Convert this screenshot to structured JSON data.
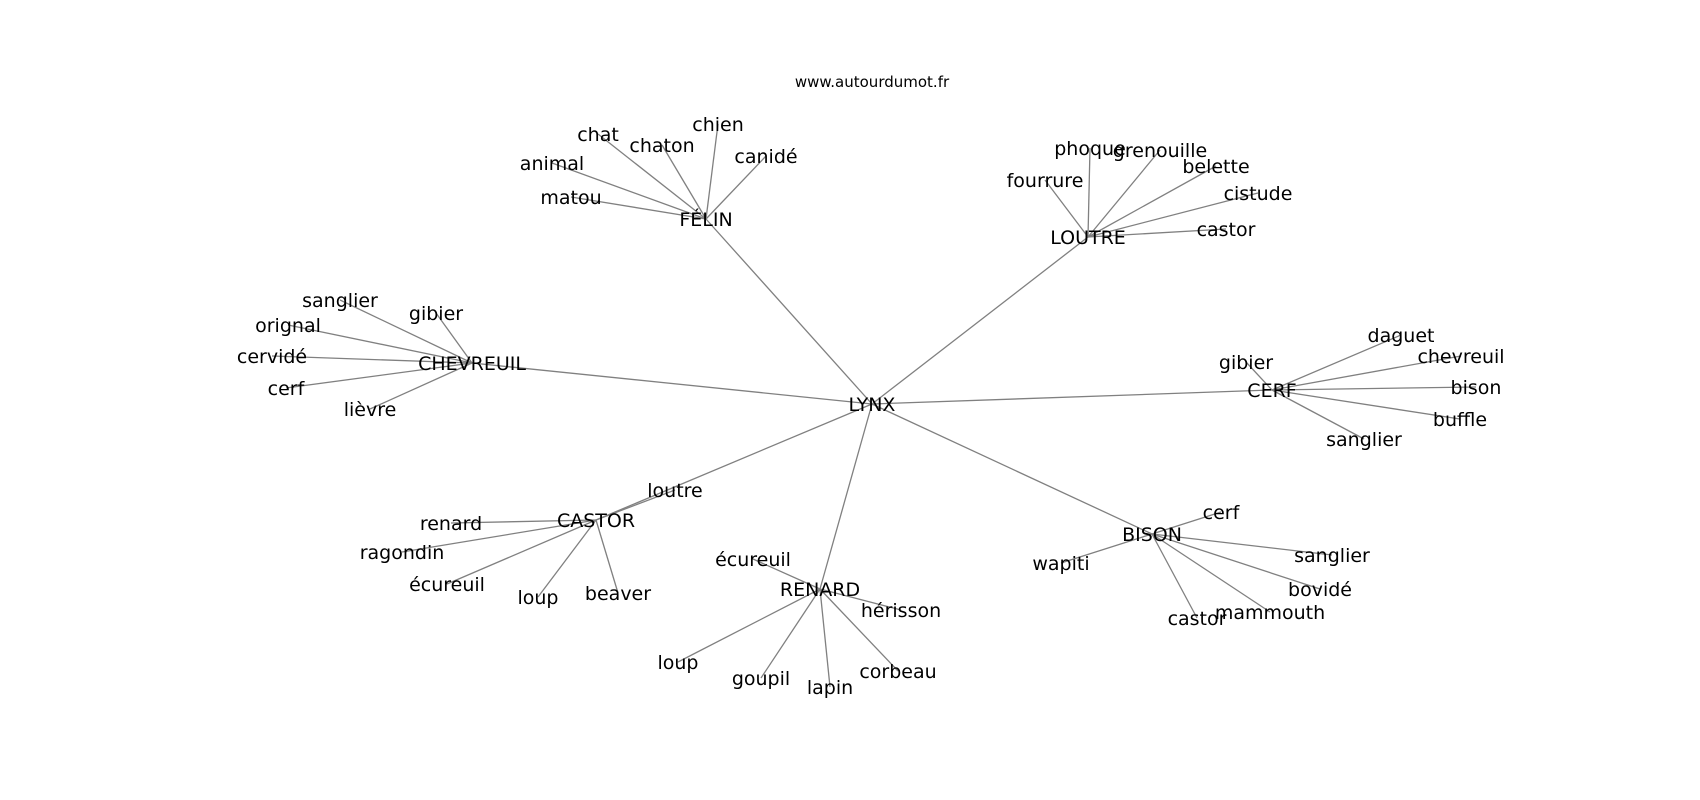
{
  "site": "www.autourdumot.fr",
  "center": "LYNX",
  "clusters": [
    {
      "name": "FÉLIN",
      "words": [
        "chat",
        "chaton",
        "chien",
        "canidé",
        "animal",
        "matou"
      ]
    },
    {
      "name": "LOUTRE",
      "words": [
        "phoque",
        "grenouille",
        "belette",
        "fourrure",
        "cistude",
        "castor"
      ]
    },
    {
      "name": "CHEVREUIL",
      "words": [
        "sanglier",
        "gibier",
        "orignal",
        "cervidé",
        "cerf",
        "lièvre"
      ]
    },
    {
      "name": "CERF",
      "words": [
        "daguet",
        "gibier",
        "chevreuil",
        "bison",
        "buffle",
        "sanglier"
      ]
    },
    {
      "name": "CASTOR",
      "words": [
        "loutre",
        "renard",
        "ragondin",
        "écureuil",
        "loup",
        "beaver"
      ]
    },
    {
      "name": "RENARD",
      "words": [
        "écureuil",
        "hérisson",
        "loup",
        "goupil",
        "lapin",
        "corbeau"
      ]
    },
    {
      "name": "BISON",
      "words": [
        "cerf",
        "wapiti",
        "sanglier",
        "bovidé",
        "mammouth",
        "castor"
      ]
    }
  ]
}
